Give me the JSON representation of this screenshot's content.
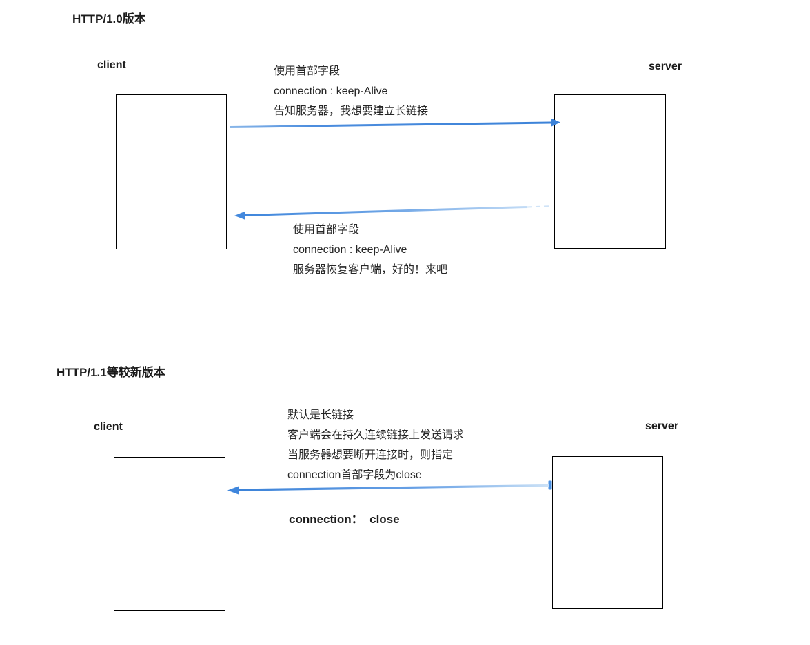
{
  "colors": {
    "arrow_blue": "#3b82d8",
    "arrow_blue_light": "#cfe3f7",
    "text": "#262626",
    "box_border": "#000000"
  },
  "sections": [
    {
      "title": "HTTP/1.0版本",
      "client_label": "client",
      "server_label": "server",
      "request_note_lines": [
        "使用首部字段",
        "connection : keep-Alive",
        "告知服务器，我想要建立长链接"
      ],
      "response_note_lines": [
        "使用首部字段",
        "connection : keep-Alive",
        "服务器恢复客户端，好的！来吧"
      ]
    },
    {
      "title": "HTTP/1.1等较新版本",
      "client_label": "client",
      "server_label": "server",
      "note_lines": [
        "默认是长链接",
        "客户端会在持久连续链接上发送请求",
        "当服务器想要断开连接时，则指定",
        "connection首部字段为close"
      ],
      "close_label": "connection：  close"
    }
  ]
}
